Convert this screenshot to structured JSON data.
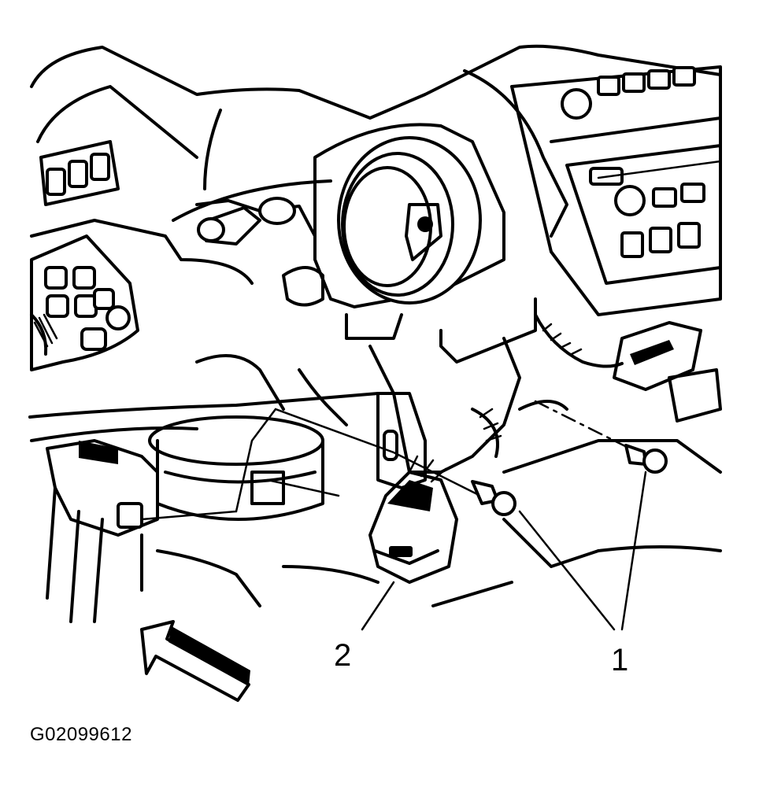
{
  "figure": {
    "id": "G02099612",
    "callouts": [
      {
        "label": "1",
        "part": "fastener-bolts"
      },
      {
        "label": "2",
        "part": "electrical-connector"
      }
    ],
    "icons": [
      "forward-direction-arrow-icon",
      "bolt-icon",
      "connector-icon",
      "steering-column-icon",
      "radio-icon",
      "switch-panel-icon"
    ],
    "colors": {
      "line": "#000000",
      "background": "#ffffff"
    }
  }
}
